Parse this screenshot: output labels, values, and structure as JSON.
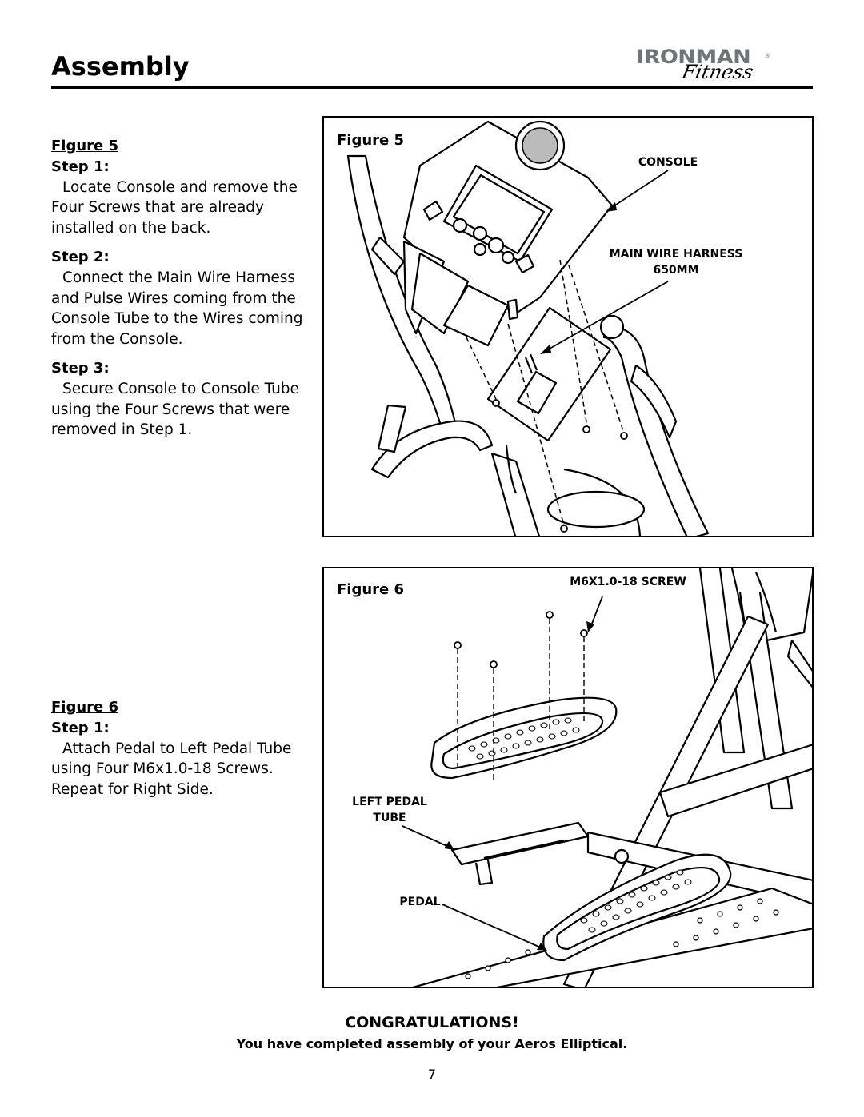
{
  "header": {
    "title": "Assembly",
    "logo_brand": "IRONMAN",
    "logo_tm": "®",
    "logo_script": "Fitness"
  },
  "section1": {
    "figure_ref": "Figure 5",
    "steps": [
      {
        "heading": "Step 1:",
        "text": "Locate Console and remove the Four Screws that are already installed on the back."
      },
      {
        "heading": "Step 2:",
        "text": "Connect the Main Wire Harness and Pulse Wires coming from the Console Tube to the Wires coming from the Console."
      },
      {
        "heading": "Step 3:",
        "text": "Secure Console to Console Tube using the Four Screws that were removed in Step 1."
      }
    ]
  },
  "section2": {
    "figure_ref": "Figure 6",
    "steps": [
      {
        "heading": "Step 1:",
        "text": "Attach Pedal to Left Pedal Tube using Four M6x1.0-18 Screws. Repeat for Right Side."
      }
    ]
  },
  "figure5": {
    "label": "Figure 5",
    "callout_console": "CONSOLE",
    "callout_harness_line1": "MAIN WIRE HARNESS",
    "callout_harness_line2": "650MM"
  },
  "figure6": {
    "label": "Figure 6",
    "callout_screw": "M6X1.0-18 SCREW",
    "callout_tube_line1": "LEFT PEDAL",
    "callout_tube_line2": "TUBE",
    "callout_pedal": "PEDAL"
  },
  "footer": {
    "congrats": "CONGRATULATIONS!",
    "completed": "You have completed assembly of your Aeros Elliptical.",
    "page_number": "7"
  }
}
